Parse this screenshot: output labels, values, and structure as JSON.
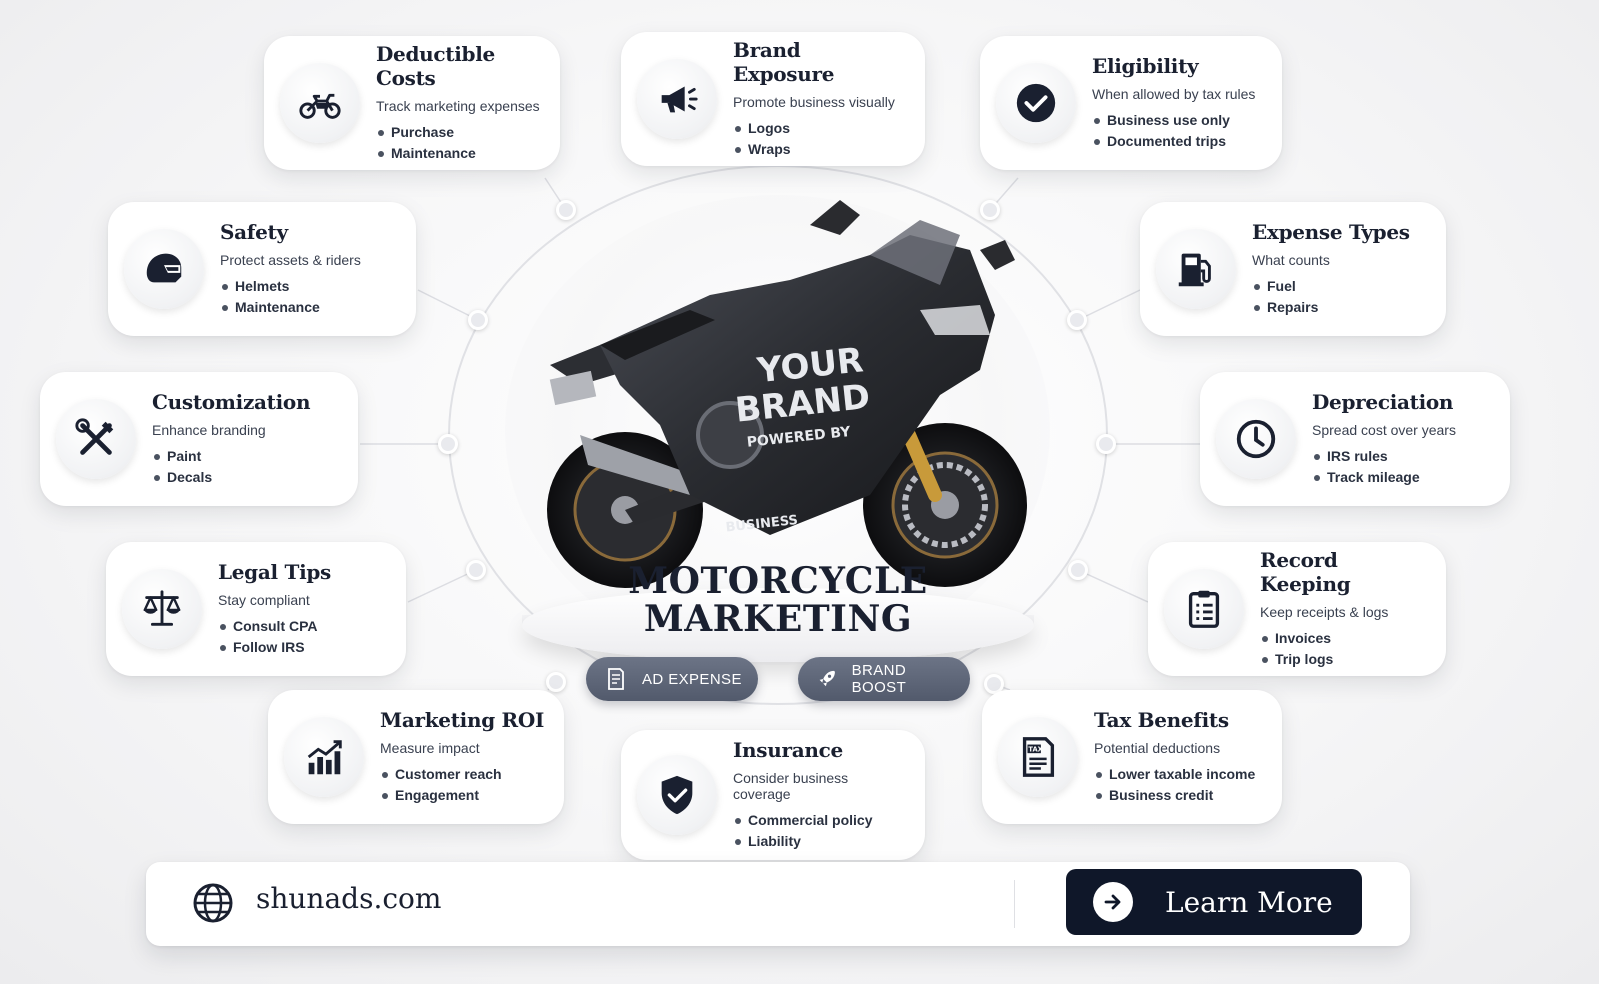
{
  "title": {
    "line1": "MOTORCYCLE",
    "line2": "MARKETING"
  },
  "motorcycle_livery": {
    "line1": "YOUR",
    "line2": "BRAND",
    "line3": "POWERED BY",
    "line4": "BUSINESS"
  },
  "pills": {
    "ad_expense": {
      "label": "AD EXPENSE",
      "icon": "receipt-icon"
    },
    "brand_boost": {
      "label": "BRAND BOOST",
      "icon": "rocket-icon"
    }
  },
  "cards": {
    "deductible_costs": {
      "title": "Deductible Costs",
      "subtitle": "Track marketing expenses",
      "bullets": [
        "Purchase",
        "Maintenance"
      ],
      "icon": "motorcycle-icon"
    },
    "brand_exposure": {
      "title": "Brand Exposure",
      "subtitle": "Promote business visually",
      "bullets": [
        "Logos",
        "Wraps"
      ],
      "icon": "megaphone-icon"
    },
    "eligibility": {
      "title": "Eligibility",
      "subtitle": "When allowed by tax rules",
      "bullets": [
        "Business use only",
        "Documented trips"
      ],
      "icon": "checkmark-icon"
    },
    "safety": {
      "title": "Safety",
      "subtitle": "Protect assets & riders",
      "bullets": [
        "Helmets",
        "Maintenance"
      ],
      "icon": "helmet-icon"
    },
    "expense_types": {
      "title": "Expense Types",
      "subtitle": "What counts",
      "bullets": [
        "Fuel",
        "Repairs"
      ],
      "icon": "fuel-pump-icon"
    },
    "customization": {
      "title": "Customization",
      "subtitle": "Enhance branding",
      "bullets": [
        "Paint",
        "Decals"
      ],
      "icon": "tools-icon"
    },
    "depreciation": {
      "title": "Depreciation",
      "subtitle": "Spread cost over years",
      "bullets": [
        "IRS rules",
        "Track mileage"
      ],
      "icon": "clock-icon"
    },
    "legal_tips": {
      "title": "Legal Tips",
      "subtitle": "Stay compliant",
      "bullets": [
        "Consult CPA",
        "Follow IRS"
      ],
      "icon": "scales-icon"
    },
    "record_keeping": {
      "title": "Record Keeping",
      "subtitle": "Keep receipts & logs",
      "bullets": [
        "Invoices",
        "Trip logs"
      ],
      "icon": "clipboard-icon"
    },
    "marketing_roi": {
      "title": "Marketing ROI",
      "subtitle": "Measure impact",
      "bullets": [
        "Customer reach",
        "Engagement"
      ],
      "icon": "growth-chart-icon"
    },
    "insurance": {
      "title": "Insurance",
      "subtitle": "Consider business coverage",
      "bullets": [
        "Commercial policy",
        "Liability"
      ],
      "icon": "shield-check-icon"
    },
    "tax_benefits": {
      "title": "Tax Benefits",
      "subtitle": "Potential deductions",
      "bullets": [
        "Lower taxable income",
        "Business credit"
      ],
      "icon": "tax-document-icon"
    }
  },
  "footer": {
    "website": "shunads.com",
    "cta_label": "Learn More",
    "globe_icon": "globe-icon",
    "arrow_icon": "arrow-right-icon"
  },
  "colors": {
    "navy": "#0f1729",
    "slate_pill": "#5a6275",
    "text_dark": "#1a2030"
  }
}
